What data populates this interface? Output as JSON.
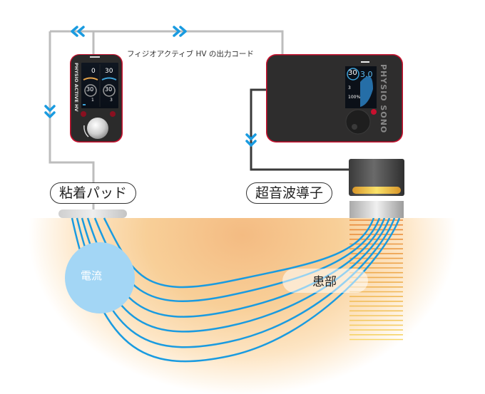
{
  "diagram": {
    "cord_caption": "フィジオアクティブ HV の出力コード",
    "labels": {
      "pad": "粘着パッド",
      "probe": "超音波導子",
      "current": "電流",
      "affected_area": "患部"
    },
    "devices": {
      "hv": {
        "brand": "PHYSIO ACTIVE HV",
        "screen": {
          "ch1_value": "0",
          "ch2_value": "30",
          "ch1_timer": "30",
          "ch2_timer": "30",
          "ch1_mode": "1",
          "ch2_mode": "3"
        }
      },
      "sono": {
        "brand": "PHYSIO SONO",
        "screen": {
          "timer": "30",
          "intensity": "3.0",
          "freq": "3",
          "duty": "100%"
        }
      }
    },
    "icons": {
      "arrow_left": "double-chevron-left",
      "arrow_right": "double-chevron-right",
      "arrow_down": "double-chevron-down"
    },
    "colors": {
      "cable_gray": "#bdbdbd",
      "cable_dark": "#3a3a3a",
      "arrow_blue": "#1a9be0",
      "current_line": "#1a9be0",
      "current_bubble": "#a3d6f5",
      "tissue": "#f5c48c",
      "device_body": "#2e2e2e",
      "device_edge": "#c8102e",
      "probe_band": "#e6b33a"
    }
  }
}
